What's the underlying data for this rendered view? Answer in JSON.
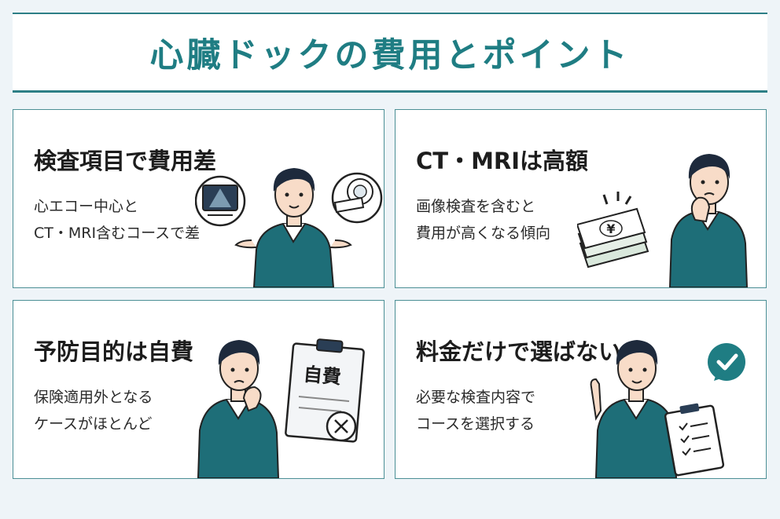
{
  "title": "心臓ドックの費用とポイント",
  "cards": [
    {
      "title": "検査項目で費用差",
      "lines": [
        "心エコー中心と",
        "CT・MRI含むコースで差"
      ]
    },
    {
      "title": "CT・MRIは高額",
      "lines": [
        "画像検査を含むと",
        "費用が高くなる傾向"
      ],
      "currency_symbol": "¥"
    },
    {
      "title": "予防目的は自費",
      "lines": [
        "保険適用外となる",
        "ケースがほとんど"
      ],
      "clipboard_label": "自費"
    },
    {
      "title": "料金だけで選ばない",
      "lines": [
        "必要な検査内容で",
        "コースを選択する"
      ]
    }
  ],
  "colors": {
    "accent": "#1f7d83",
    "sweater": "#1e6e78",
    "hair": "#1e2a3c",
    "border": "#4b8f95"
  }
}
